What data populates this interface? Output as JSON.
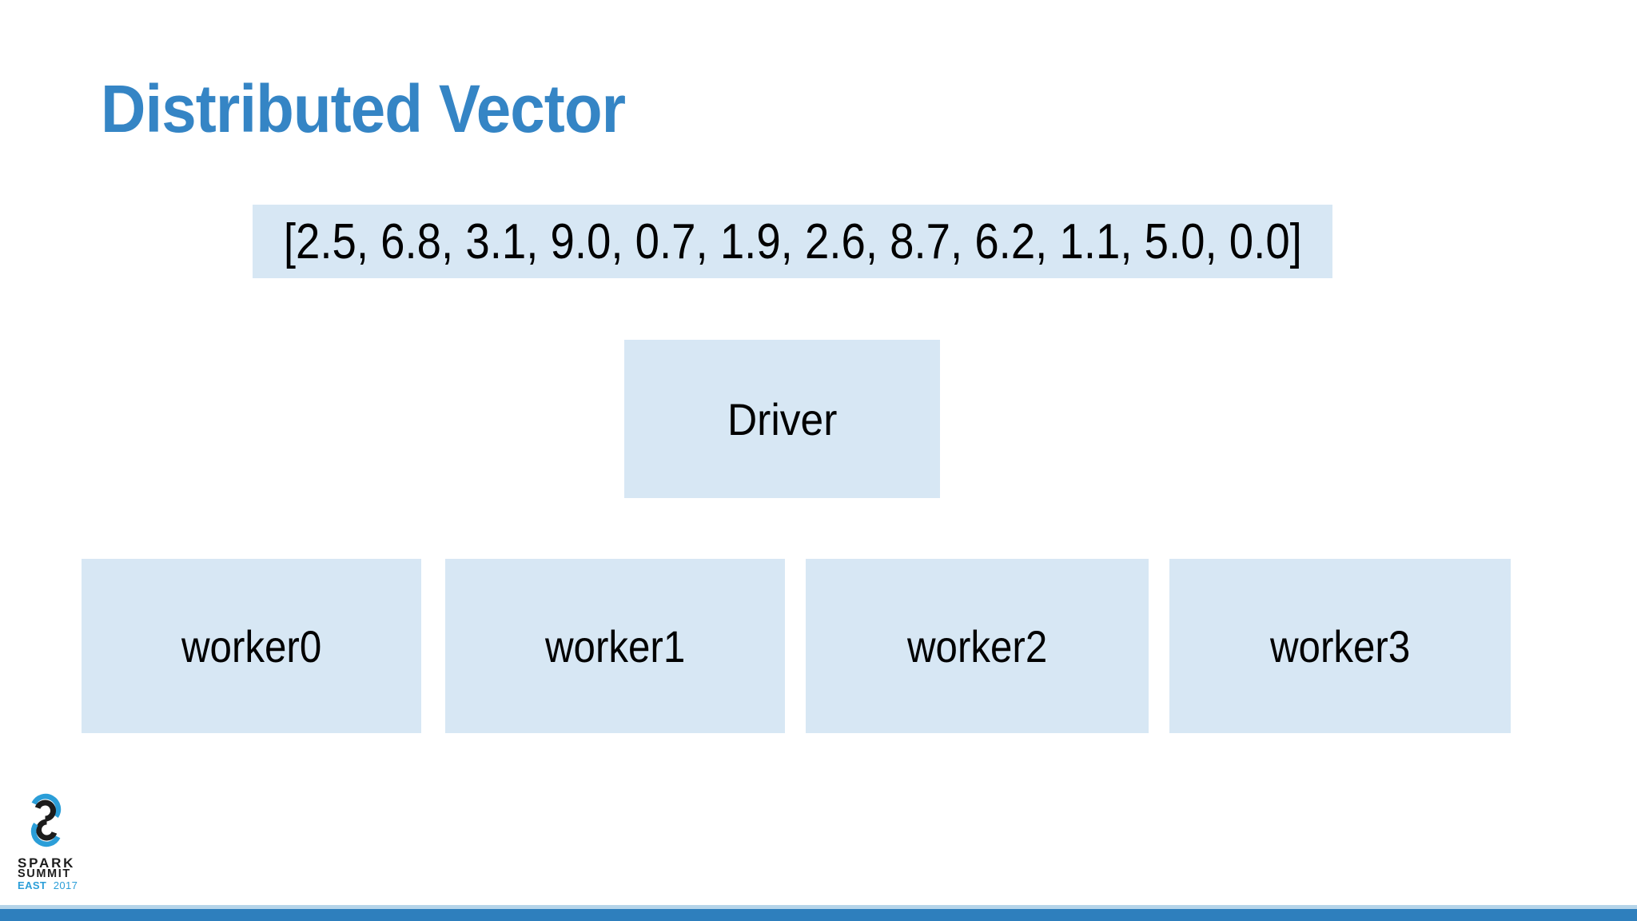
{
  "slide": {
    "title": "Distributed Vector"
  },
  "vector_strip": {
    "text": "[2.5, 6.8, 3.1, 9.0, 0.7, 1.9, 2.6, 8.7, 6.2, 1.1, 5.0, 0.0]",
    "values": [
      2.5,
      6.8,
      3.1,
      9.0,
      0.7,
      1.9,
      2.6,
      8.7,
      6.2,
      1.1,
      5.0,
      0.0
    ]
  },
  "diagram": {
    "driver": {
      "label": "Driver"
    },
    "workers": [
      {
        "label": "worker0"
      },
      {
        "label": "worker1"
      },
      {
        "label": "worker2"
      },
      {
        "label": "worker3"
      }
    ]
  },
  "footer": {
    "logo": {
      "icon": "spark-summit-s-mark",
      "line1": "SPARK",
      "line2": "SUMMIT",
      "line3_left": "EAST",
      "line3_right": "2017"
    }
  },
  "colors": {
    "title_blue": "#3585c5",
    "box_fill": "#d7e7f4",
    "text_black": "#000000",
    "footer_bar": "#2e7fbd",
    "footer_bar_edge": "#b5d4e9",
    "logo_blue": "#2b9ed8",
    "logo_black": "#1c1c1c"
  }
}
